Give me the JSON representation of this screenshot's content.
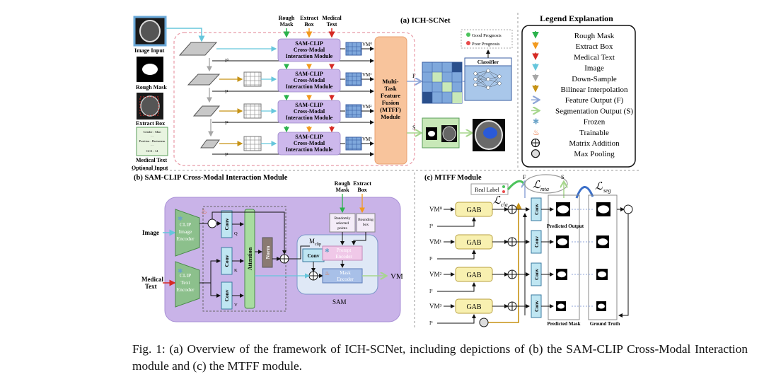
{
  "panel_a": {
    "title": "(a) ICH-SCNet",
    "inputs": {
      "image_input": "Image Input",
      "rough_mask": "Rough Mask",
      "extract_box": "Extract Box",
      "medical_text": "Medical Text",
      "optional_input": "Optional Input",
      "text_card": [
        "Gender : Man",
        "···",
        "Position : Brainstem",
        "···",
        "GCS : 14"
      ]
    },
    "top_inputs": [
      "Rough Mask",
      "Extract Box",
      "Medical Text"
    ],
    "top_inputs_lines": [
      [
        "Rough",
        "Mask"
      ],
      [
        "Extract",
        "Box"
      ],
      [
        "Medical",
        "Text"
      ]
    ],
    "module_lines": [
      "SAM-CLIP",
      "Cross-Modal",
      "Interaction  Module"
    ],
    "vm_labels": [
      "VM⁰",
      "VM¹",
      "VM²",
      "VM³"
    ],
    "i_labels": [
      "I⁰",
      "I¹",
      "I²",
      "I³"
    ],
    "mtff_lines": [
      "Multi-",
      "Task",
      "Feature",
      "Fusion",
      "(MTFF)",
      "Module"
    ],
    "f_label": "F",
    "s_label": "S",
    "classifier": "Classifier",
    "prognosis": [
      "Good Prognosis",
      "Poor  Prognosis"
    ]
  },
  "legend": {
    "title": "Legend Explanation",
    "items": [
      {
        "label": "Rough Mask",
        "symbol": "arrow",
        "color": "#2bb24c"
      },
      {
        "label": "Extract Box",
        "symbol": "arrow",
        "color": "#f29a1e"
      },
      {
        "label": "Medical Text",
        "symbol": "arrow",
        "color": "#d62a24"
      },
      {
        "label": "Image",
        "symbol": "arrow",
        "color": "#66c6dc"
      },
      {
        "label": "Down-Sample",
        "symbol": "arrow",
        "color": "#a6a6a6"
      },
      {
        "label": "Bilinear Interpolation",
        "symbol": "arrow",
        "color": "#c69214"
      },
      {
        "label": "Feature Output (F)",
        "symbol": "chevron",
        "color": "#8fa6d8"
      },
      {
        "label": "Segmentation Output (S)",
        "symbol": "chevron",
        "color": "#a6d68c"
      },
      {
        "label": "Frozen",
        "symbol": "snowflake",
        "color": "#6aa3c8"
      },
      {
        "label": "Trainable",
        "symbol": "flame",
        "color": "#e8642a"
      },
      {
        "label": "Matrix Addition",
        "symbol": "oplus",
        "color": "#111111"
      },
      {
        "label": "Max Pooling",
        "symbol": "circle",
        "color": "#111111"
      }
    ]
  },
  "panel_b": {
    "title": "(b) SAM-CLIP  Cross-Modal Interaction Module",
    "image": "Image",
    "medical_text": [
      "Medical",
      "Text"
    ],
    "clip_image_encoder": [
      "CLIP",
      "Image",
      "Encoder"
    ],
    "clip_text_encoder": [
      "CLIP",
      "Text",
      "Encoder"
    ],
    "conv": "Conv",
    "attention": "Attention",
    "norm": "Norm",
    "q": "Q",
    "k": "K",
    "v": "V",
    "rough_mask": [
      "Rough",
      "Mask"
    ],
    "extract_box": [
      "Extract",
      "Box"
    ],
    "random_points": [
      "Randomly",
      "selected",
      "points"
    ],
    "bounding_box": [
      "Bounding",
      "box"
    ],
    "m_clip": "M",
    "m_clip_sub": "clip",
    "prompt_encoder": [
      "Prompt",
      "Encoder"
    ],
    "mask_encoder": [
      "Mask",
      "Encoder"
    ],
    "sam": "SAM",
    "vm": "VM"
  },
  "panel_c": {
    "title": "(c) MTFF Module",
    "real_label": "Real Label",
    "loss_cla": "ℒ",
    "loss_cla_sub": "cla",
    "loss_mta": "ℒ",
    "loss_mta_sub": "mta",
    "loss_seg": "ℒ",
    "loss_seg_sub": "seg",
    "f": "F",
    "s": "S",
    "gab": "GAB",
    "conv": "Conv",
    "vm_labels": [
      "VM⁰",
      "VM¹",
      "VM²",
      "VM³"
    ],
    "i_labels": [
      "I⁰",
      "I¹",
      "I²",
      "I³"
    ],
    "predicted_output": "Predicted Output",
    "predicted_mask": "Predicted Mask",
    "ground_truth": "Ground Truth"
  },
  "caption": "Fig. 1: (a) Overview of the framework of ICH-SCNet, including depictions of (b) the SAM-CLIP Cross-Modal Interaction module and (c) the MTFF module.",
  "colors": {
    "module_fill": "#cdb8ec",
    "mtff_fill": "#f8c49c",
    "panel_b_bg": "#c9b3e8",
    "sam_fill": "#dfe8f6",
    "gab_fill": "#f8f0b0",
    "conv_fill": "#bfe6f2",
    "classifier_fill": "#a9c7ea"
  }
}
